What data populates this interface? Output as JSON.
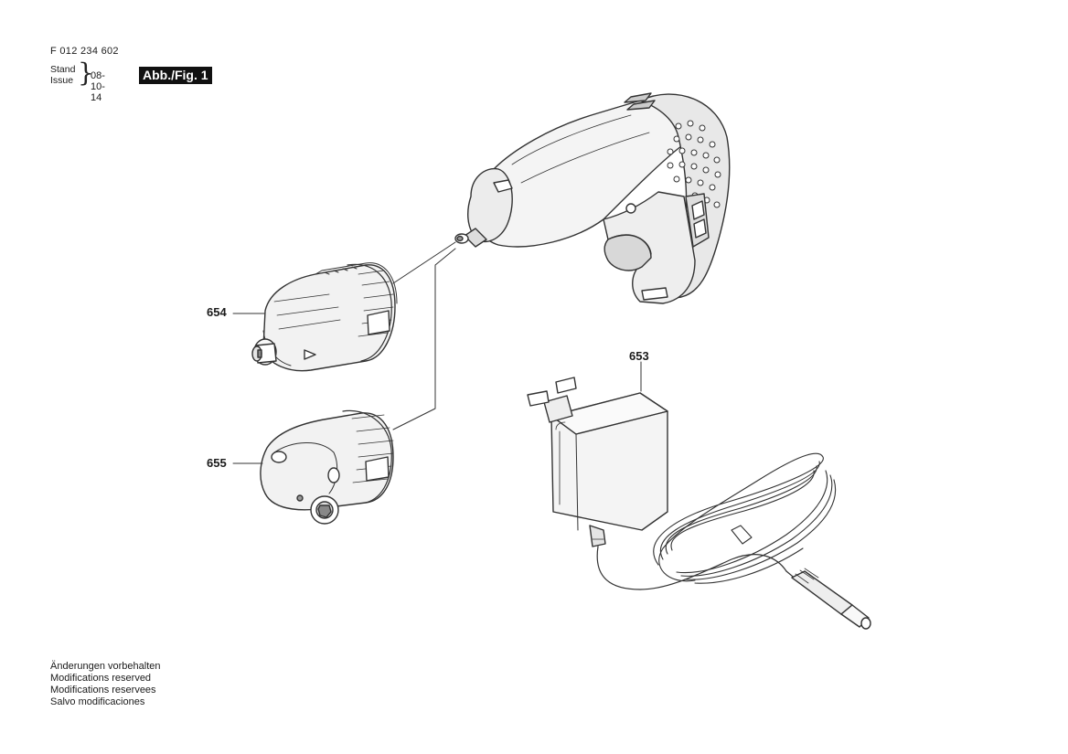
{
  "header": {
    "doc_number": "F 012 234 602",
    "stand_label": "Stand",
    "issue_label": "Issue",
    "issue_date": "08-10-14",
    "figure_label": "Abb./Fig. 1"
  },
  "callouts": {
    "p654": "654",
    "p655": "655",
    "p653": "653"
  },
  "footer": {
    "line1": "Änderungen vorbehalten",
    "line2": "Modifications reserved",
    "line3": "Modifications reservees",
    "line4": "Salvo modificaciones"
  }
}
